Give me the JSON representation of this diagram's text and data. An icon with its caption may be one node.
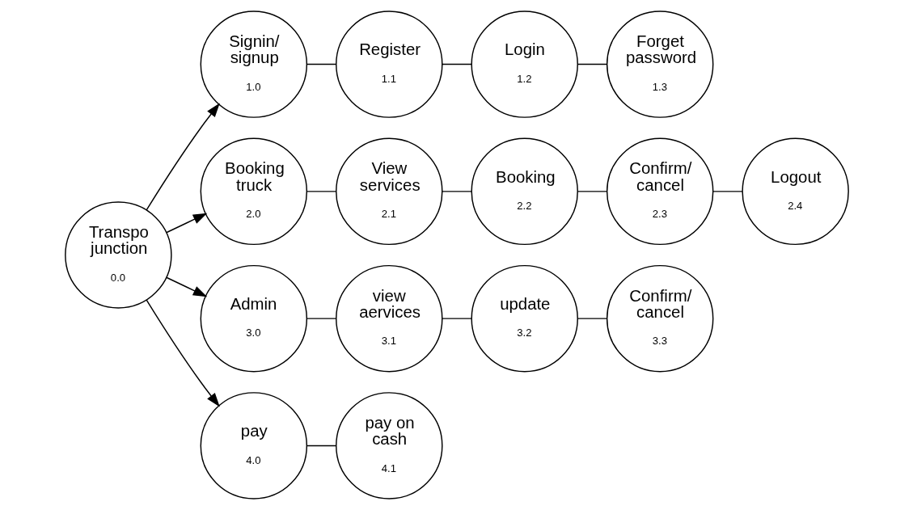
{
  "diagram": {
    "nodes": [
      {
        "text": [
          "Transpo junction",
          "0.0"
        ]
      },
      {
        "text": [
          "Signin/ signup",
          "1.0"
        ]
      },
      {
        "text": [
          "Register",
          "1.1"
        ]
      },
      {
        "text": [
          "Login",
          "1.2"
        ]
      },
      {
        "text": [
          "Forget password",
          "1.3"
        ]
      },
      {
        "text": [
          "Booking truck",
          "2.0"
        ]
      },
      {
        "text": [
          "View services",
          "2.1"
        ]
      },
      {
        "text": [
          "Booking",
          "2.2"
        ]
      },
      {
        "text": [
          "Confirm/ cancel",
          "2.3"
        ]
      },
      {
        "text": [
          "Logout",
          "2.4"
        ]
      },
      {
        "text": [
          "Admin",
          "3.0"
        ]
      },
      {
        "text": [
          "view aervices",
          "3.1"
        ]
      },
      {
        "text": [
          "update",
          "3.2"
        ]
      },
      {
        "text": [
          "Confirm/ cancel",
          "3.3"
        ]
      },
      {
        "text": [
          "pay",
          "4.0"
        ]
      },
      {
        "text": [
          "pay on cash",
          "4.1"
        ]
      }
    ],
    "edges": [
      {
        "from": 0,
        "to": 1,
        "arrow": "to"
      },
      {
        "from": 0,
        "to": 5,
        "arrow": "to"
      },
      {
        "from": 0,
        "to": 10,
        "arrow": "to"
      },
      {
        "from": 0,
        "to": 14,
        "arrow": "to"
      },
      {
        "from": 1,
        "to": 2,
        "arrow": "none"
      },
      {
        "from": 2,
        "to": 3,
        "arrow": "none"
      },
      {
        "from": 3,
        "to": 4,
        "arrow": "none"
      },
      {
        "from": 5,
        "to": 6,
        "arrow": "none"
      },
      {
        "from": 6,
        "to": 7,
        "arrow": "none"
      },
      {
        "from": 7,
        "to": 8,
        "arrow": "none"
      },
      {
        "from": 8,
        "to": 9,
        "arrow": "none"
      },
      {
        "from": 10,
        "to": 11,
        "arrow": "none"
      },
      {
        "from": 11,
        "to": 12,
        "arrow": "none"
      },
      {
        "from": 12,
        "to": 13,
        "arrow": "none"
      },
      {
        "from": 14,
        "to": 15,
        "arrow": "none"
      }
    ]
  }
}
